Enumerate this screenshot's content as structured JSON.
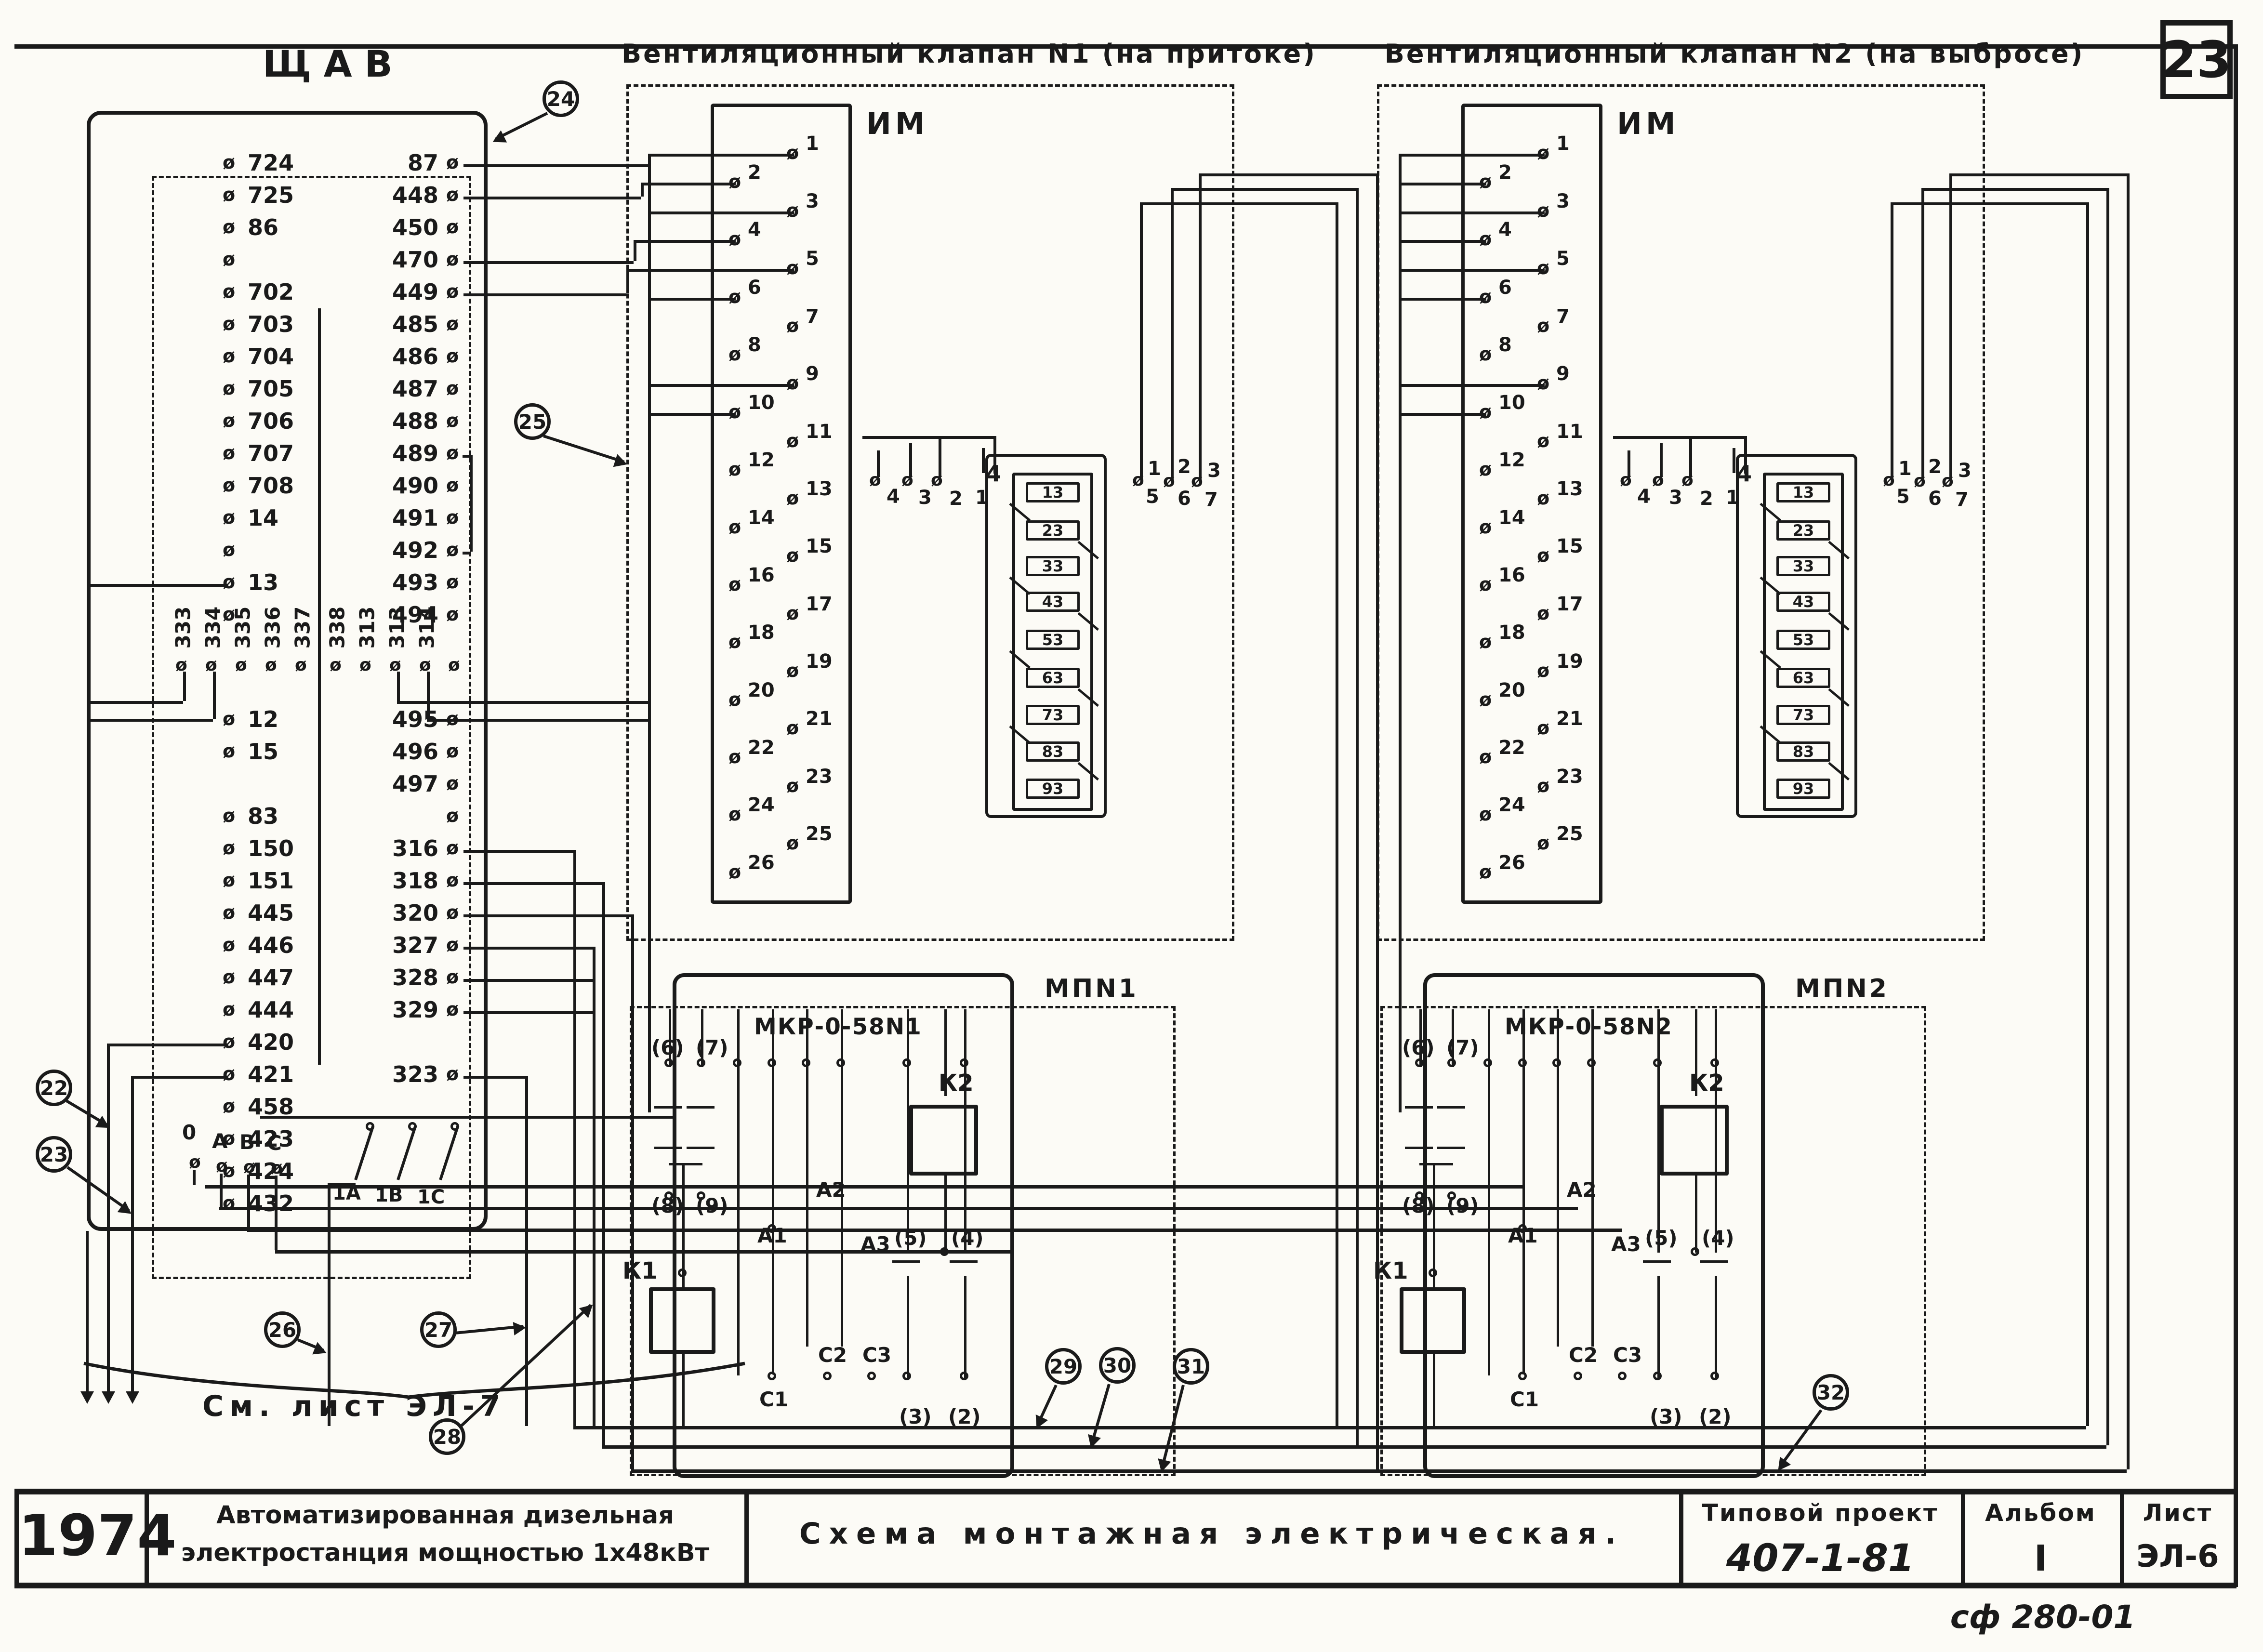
{
  "sheet": {
    "number": "23",
    "see_sheet": "См. лист ЭЛ-7",
    "stamp": "сф 280-01"
  },
  "title_block": {
    "year": "1974",
    "object_line1": "Автоматизированная дизельная",
    "object_line2": "электростанция мощностью 1х48кВт",
    "drawing_title": "Схема монтажная электрическая.",
    "project_label": "Типовой проект",
    "project_value": "407-1-81",
    "album_label": "Альбом",
    "album_value": "I",
    "sheet_label": "Лист",
    "sheet_value": "ЭЛ-6"
  },
  "shav": {
    "title": "ЩАВ",
    "left_top": [
      "724",
      "725",
      "86",
      "",
      "702",
      "703",
      "704",
      "705",
      "706",
      "707",
      "708",
      "14",
      "",
      "13",
      ""
    ],
    "right_top": [
      "87",
      "448",
      "450",
      "470",
      "449",
      "485",
      "486",
      "487",
      "488",
      "489",
      "490",
      "491",
      "492",
      "493",
      "494"
    ],
    "rotated_left": [
      "333",
      "334",
      "335",
      "336",
      "337"
    ],
    "rotated_right": [
      "338",
      "313",
      "313",
      "314"
    ],
    "left_mid": [
      "12",
      "15"
    ],
    "right_mid": [
      "495",
      "496",
      "497",
      ""
    ],
    "left_bottom": [
      "83",
      "150",
      "151",
      "445",
      "446",
      "447",
      "444",
      "420",
      "421",
      "458",
      "423",
      "424",
      "432"
    ],
    "right_bottom": [
      "316",
      "318",
      "320",
      "327",
      "328",
      "329"
    ],
    "right_low": "323",
    "phase_labels": [
      "0",
      "А",
      "В",
      "С"
    ],
    "breaker_labels": [
      "1А",
      "1В",
      "1С"
    ]
  },
  "valve1": {
    "header": "Вентиляционный  клапан  N1 (на притоке)",
    "im_label": "ИМ",
    "mp_label": "МПN1",
    "mkr_label": "МКР-0-58N1",
    "k1": "К1",
    "k2": "К2",
    "im_left": [
      "2",
      "4",
      "6",
      "8",
      "10",
      "12",
      "14",
      "16",
      "18",
      "20",
      "22",
      "24",
      "26"
    ],
    "im_right": [
      "1",
      "3",
      "5",
      "7",
      "9",
      "11",
      "13",
      "15",
      "17",
      "19",
      "21",
      "23",
      "25"
    ],
    "ls_boxes": [
      "13",
      "23",
      "33",
      "43",
      "53",
      "63",
      "73",
      "83",
      "93"
    ],
    "ls_left_nums": [
      "4",
      "3",
      "2",
      "1"
    ],
    "ls_wire4": "4",
    "ls_right_wire_nums": [
      "1",
      "2",
      "3"
    ],
    "ls_right_nums": [
      "5",
      "6",
      "7"
    ],
    "mp_terms": [
      "(6)",
      "(7)",
      "(8)",
      "(9)",
      "А1",
      "А2",
      "А3",
      "(5)",
      "(4)",
      "С1",
      "С2",
      "С3",
      "(3)",
      "(2)"
    ]
  },
  "valve2": {
    "header": "Вентиляционный  клапан  N2 (на выбросе)",
    "im_label": "ИМ",
    "mp_label": "МПN2",
    "mkr_label": "МКР-0-58N2",
    "k1": "К1",
    "k2": "К2",
    "im_left": [
      "2",
      "4",
      "6",
      "8",
      "10",
      "12",
      "14",
      "16",
      "18",
      "20",
      "22",
      "24",
      "26"
    ],
    "im_right": [
      "1",
      "3",
      "5",
      "7",
      "9",
      "11",
      "13",
      "15",
      "17",
      "19",
      "21",
      "23",
      "25"
    ],
    "ls_boxes": [
      "13",
      "23",
      "33",
      "43",
      "53",
      "63",
      "73",
      "83",
      "93"
    ],
    "ls_left_nums": [
      "4",
      "3",
      "2",
      "1"
    ],
    "ls_wire4": "4",
    "ls_right_wire_nums": [
      "1",
      "2",
      "3"
    ],
    "ls_right_nums": [
      "5",
      "6",
      "7"
    ],
    "mp_terms": [
      "(6)",
      "(7)",
      "(8)",
      "(9)",
      "А1",
      "А2",
      "А3",
      "(5)",
      "(4)",
      "С1",
      "С2",
      "С3",
      "(3)",
      "(2)"
    ]
  },
  "callouts": [
    "22",
    "23",
    "24",
    "25",
    "26",
    "27",
    "28",
    "29",
    "30",
    "31",
    "32"
  ]
}
